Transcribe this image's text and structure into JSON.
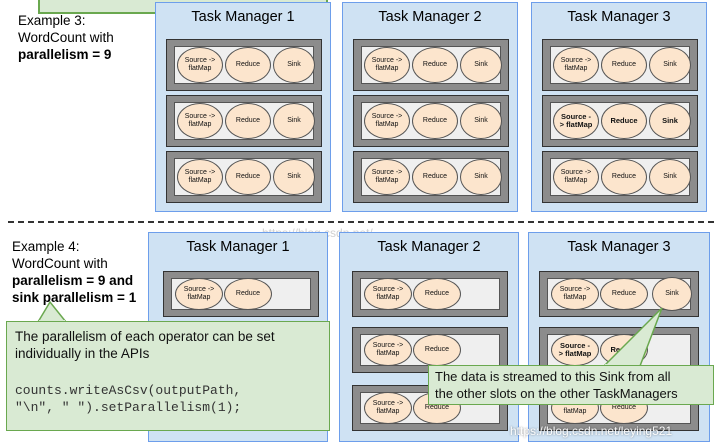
{
  "example3": {
    "line1": "Example 3:",
    "line2": "WordCount with",
    "line3": "parallelism = 9"
  },
  "example4": {
    "line1": "Example 4:",
    "line2": "WordCount with",
    "line3": "parallelism = 9 and",
    "line4": "sink parallelism = 1"
  },
  "task_managers": {
    "tm1": "Task Manager 1",
    "tm2": "Task Manager 2",
    "tm3": "Task Manager 3"
  },
  "operators": {
    "source": "Source ->\nflatMap",
    "source_bold": "Source -\n> flatMap",
    "reduce": "Reduce",
    "sink": "Sink"
  },
  "callout_left": {
    "line1": "The parallelism of each operator can be set",
    "line2": "individually in the APIs",
    "code1": "counts.writeAsCsv(outputPath,",
    "code2": "\"\\n\", \" \").setParallelism(1);"
  },
  "callout_right": {
    "line1": "The data is streamed to this Sink from all",
    "line2": "the other slots on the other TaskManagers"
  },
  "watermarks": {
    "center": "https://blog.csdn.net/...",
    "bottom": "https://blog.csdn.net/leying521"
  },
  "colors": {
    "task_manager_bg": "#cfe2f3",
    "operator_bg": "#fce5cd",
    "callout_bg": "#d9ead3",
    "callout_border": "#6aa84f"
  }
}
